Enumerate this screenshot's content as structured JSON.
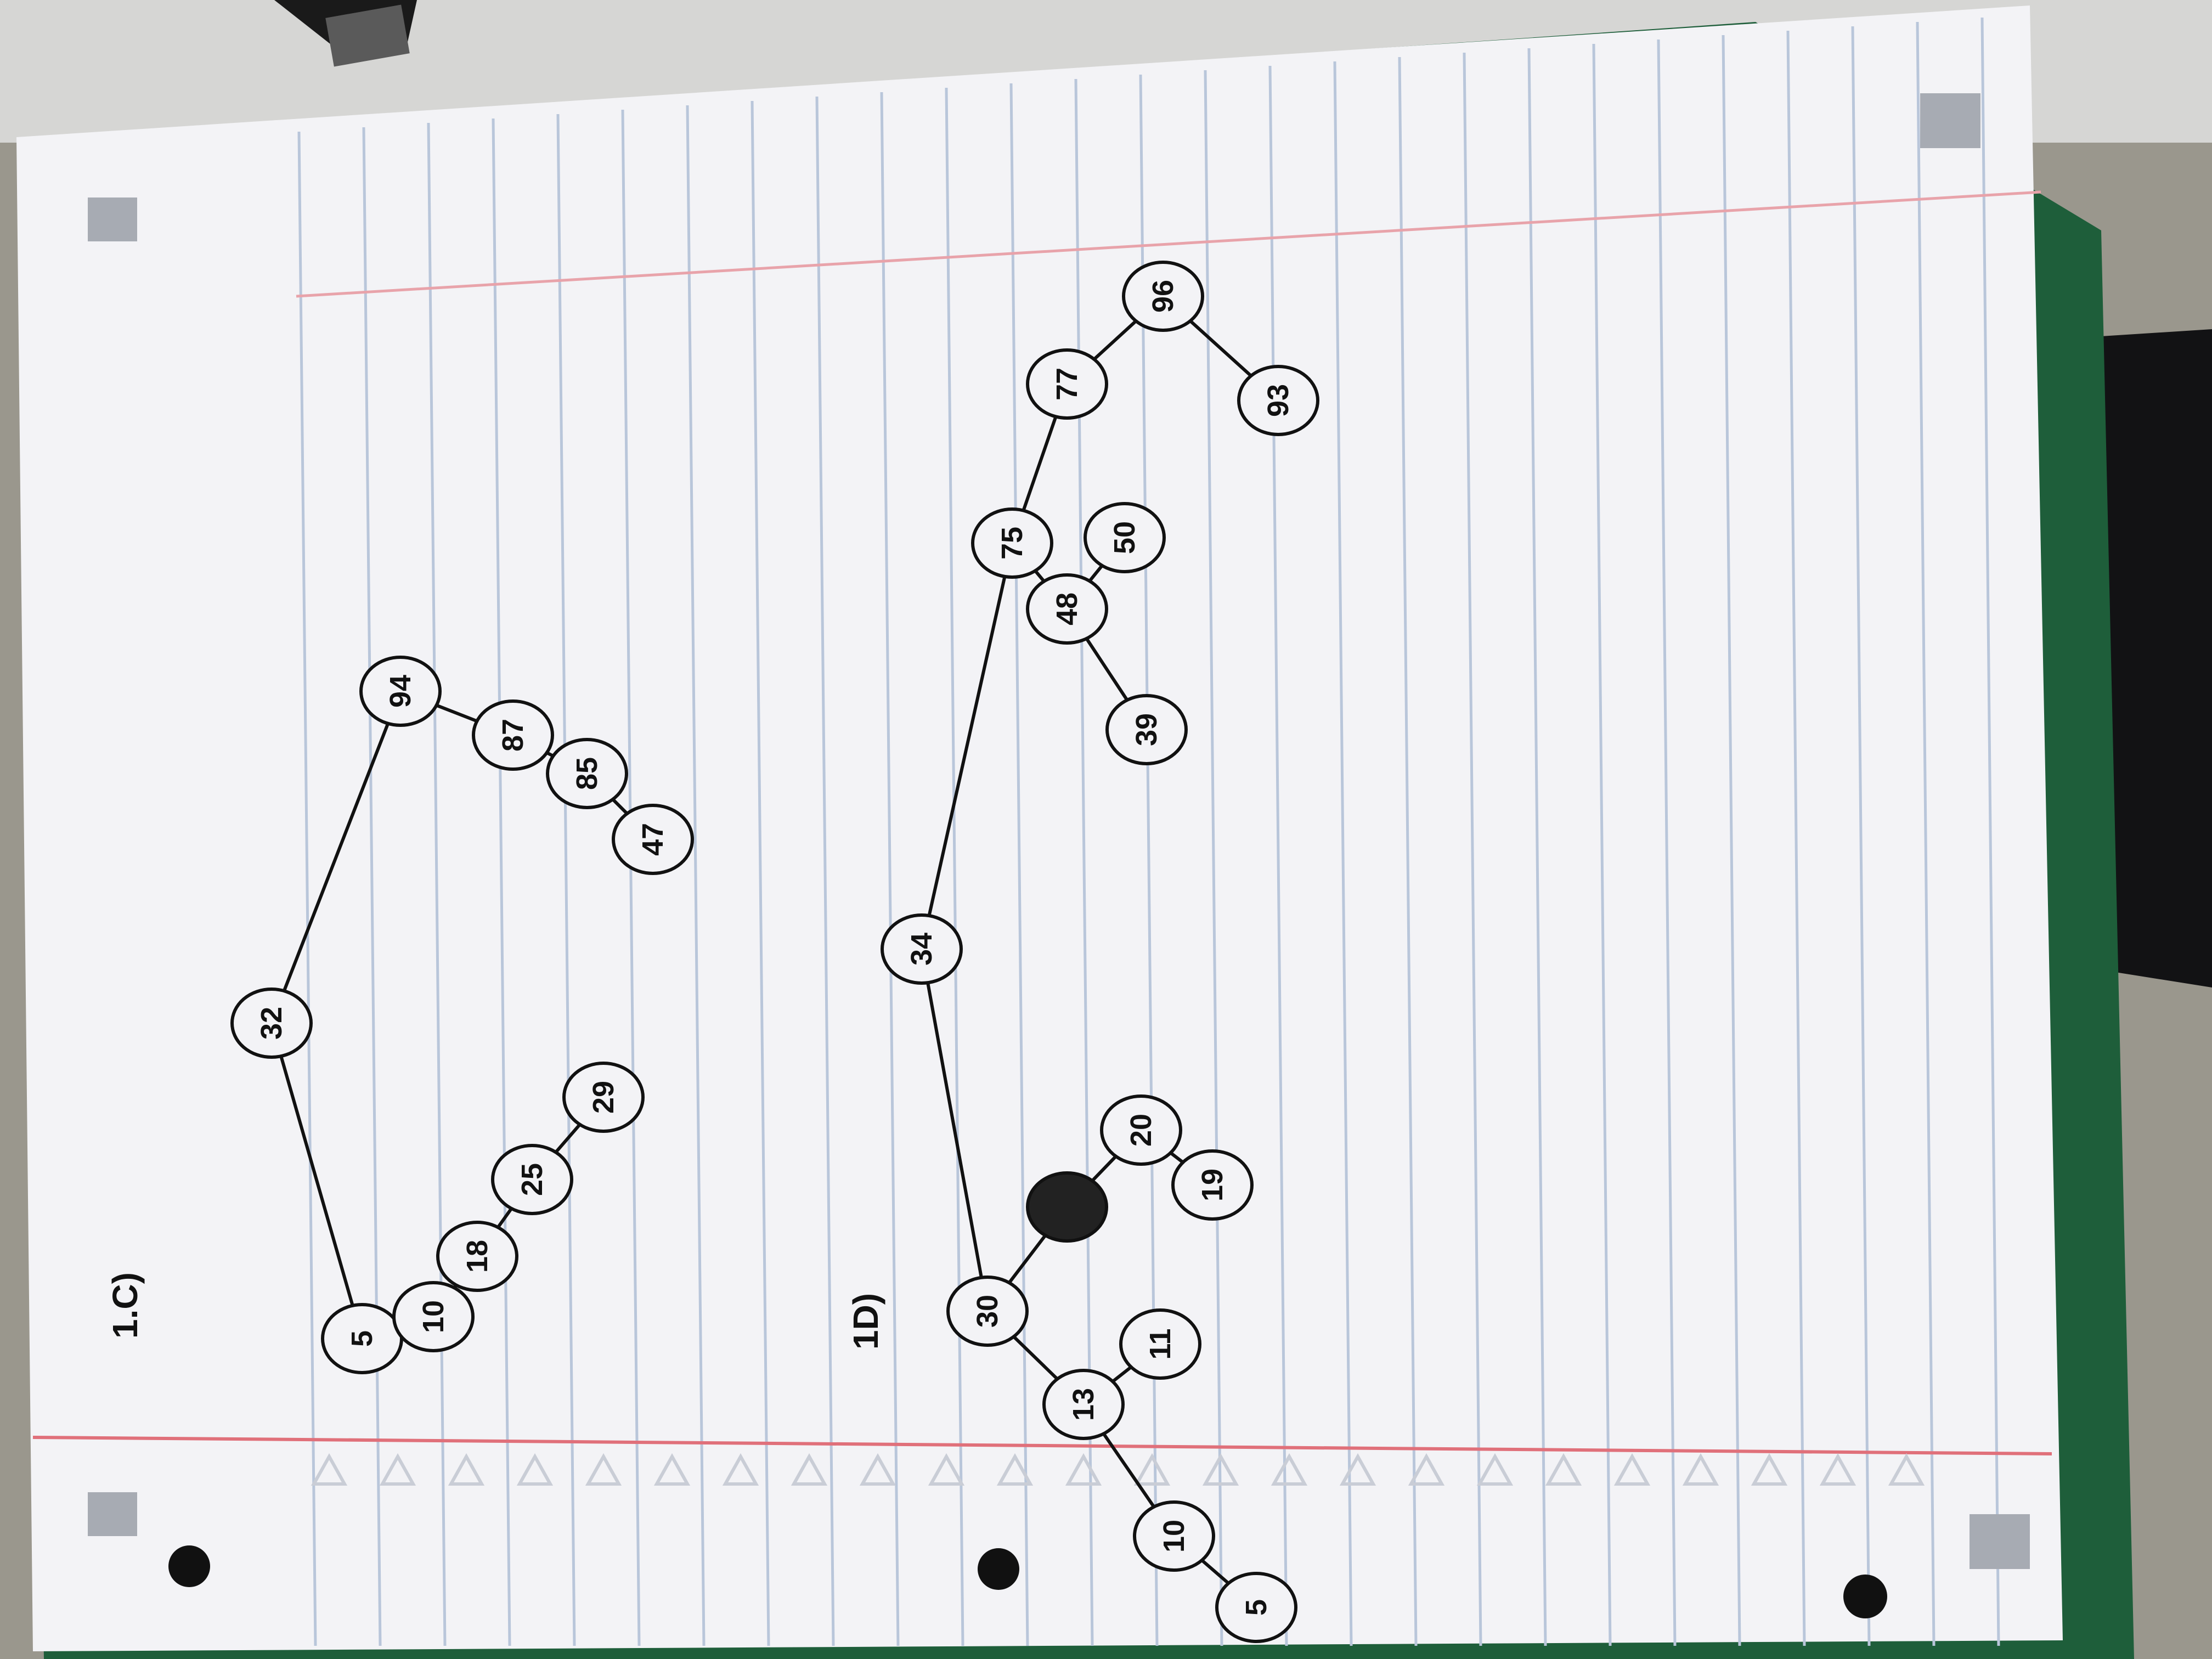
{
  "photo": {
    "subject": "handwritten-notebook-page",
    "colors": {
      "paper": "#f3f3f6",
      "rule_line": "#b9c6da",
      "margin_line": "#e0707a",
      "ink": "#111111",
      "notebook_cover": "#1e5e3a",
      "table": "#9a978d"
    }
  },
  "labels": {
    "part_c": "1.C)",
    "part_d": "1D)"
  },
  "tree_c": {
    "nodes": [
      {
        "id": "c32",
        "label": "32"
      },
      {
        "id": "c5",
        "label": "5"
      },
      {
        "id": "c10",
        "label": "10"
      },
      {
        "id": "c18",
        "label": "18"
      },
      {
        "id": "c25",
        "label": "25"
      },
      {
        "id": "c29",
        "label": "29"
      },
      {
        "id": "c94",
        "label": "94"
      },
      {
        "id": "c87",
        "label": "87"
      },
      {
        "id": "c85",
        "label": "85"
      },
      {
        "id": "c47",
        "label": "47"
      }
    ],
    "edges": [
      [
        "c32",
        "c5"
      ],
      [
        "c5",
        "c10"
      ],
      [
        "c10",
        "c18"
      ],
      [
        "c18",
        "c25"
      ],
      [
        "c25",
        "c29"
      ],
      [
        "c32",
        "c94"
      ],
      [
        "c94",
        "c87"
      ],
      [
        "c87",
        "c85"
      ],
      [
        "c85",
        "c47"
      ]
    ]
  },
  "tree_d": {
    "nodes": [
      {
        "id": "d34",
        "label": "34"
      },
      {
        "id": "d30",
        "label": "30"
      },
      {
        "id": "dx",
        "label": "",
        "scribbled": true
      },
      {
        "id": "d20",
        "label": "20"
      },
      {
        "id": "d19",
        "label": "19"
      },
      {
        "id": "d13",
        "label": "13"
      },
      {
        "id": "d11",
        "label": "11"
      },
      {
        "id": "d10",
        "label": "10"
      },
      {
        "id": "d5",
        "label": "5"
      },
      {
        "id": "d75",
        "label": "75"
      },
      {
        "id": "d48",
        "label": "48"
      },
      {
        "id": "d50",
        "label": "50"
      },
      {
        "id": "d39",
        "label": "39"
      },
      {
        "id": "d77",
        "label": "77"
      },
      {
        "id": "d96",
        "label": "96"
      },
      {
        "id": "d93",
        "label": "93"
      }
    ],
    "edges": [
      [
        "d34",
        "d30"
      ],
      [
        "d30",
        "dx"
      ],
      [
        "dx",
        "d20"
      ],
      [
        "d20",
        "d19"
      ],
      [
        "d30",
        "d13"
      ],
      [
        "d13",
        "d11"
      ],
      [
        "d13",
        "d10"
      ],
      [
        "d10",
        "d5"
      ],
      [
        "d34",
        "d75"
      ],
      [
        "d75",
        "d48"
      ],
      [
        "d48",
        "d50"
      ],
      [
        "d48",
        "d39"
      ],
      [
        "d75",
        "d77"
      ],
      [
        "d77",
        "d96"
      ],
      [
        "d96",
        "d93"
      ]
    ]
  }
}
